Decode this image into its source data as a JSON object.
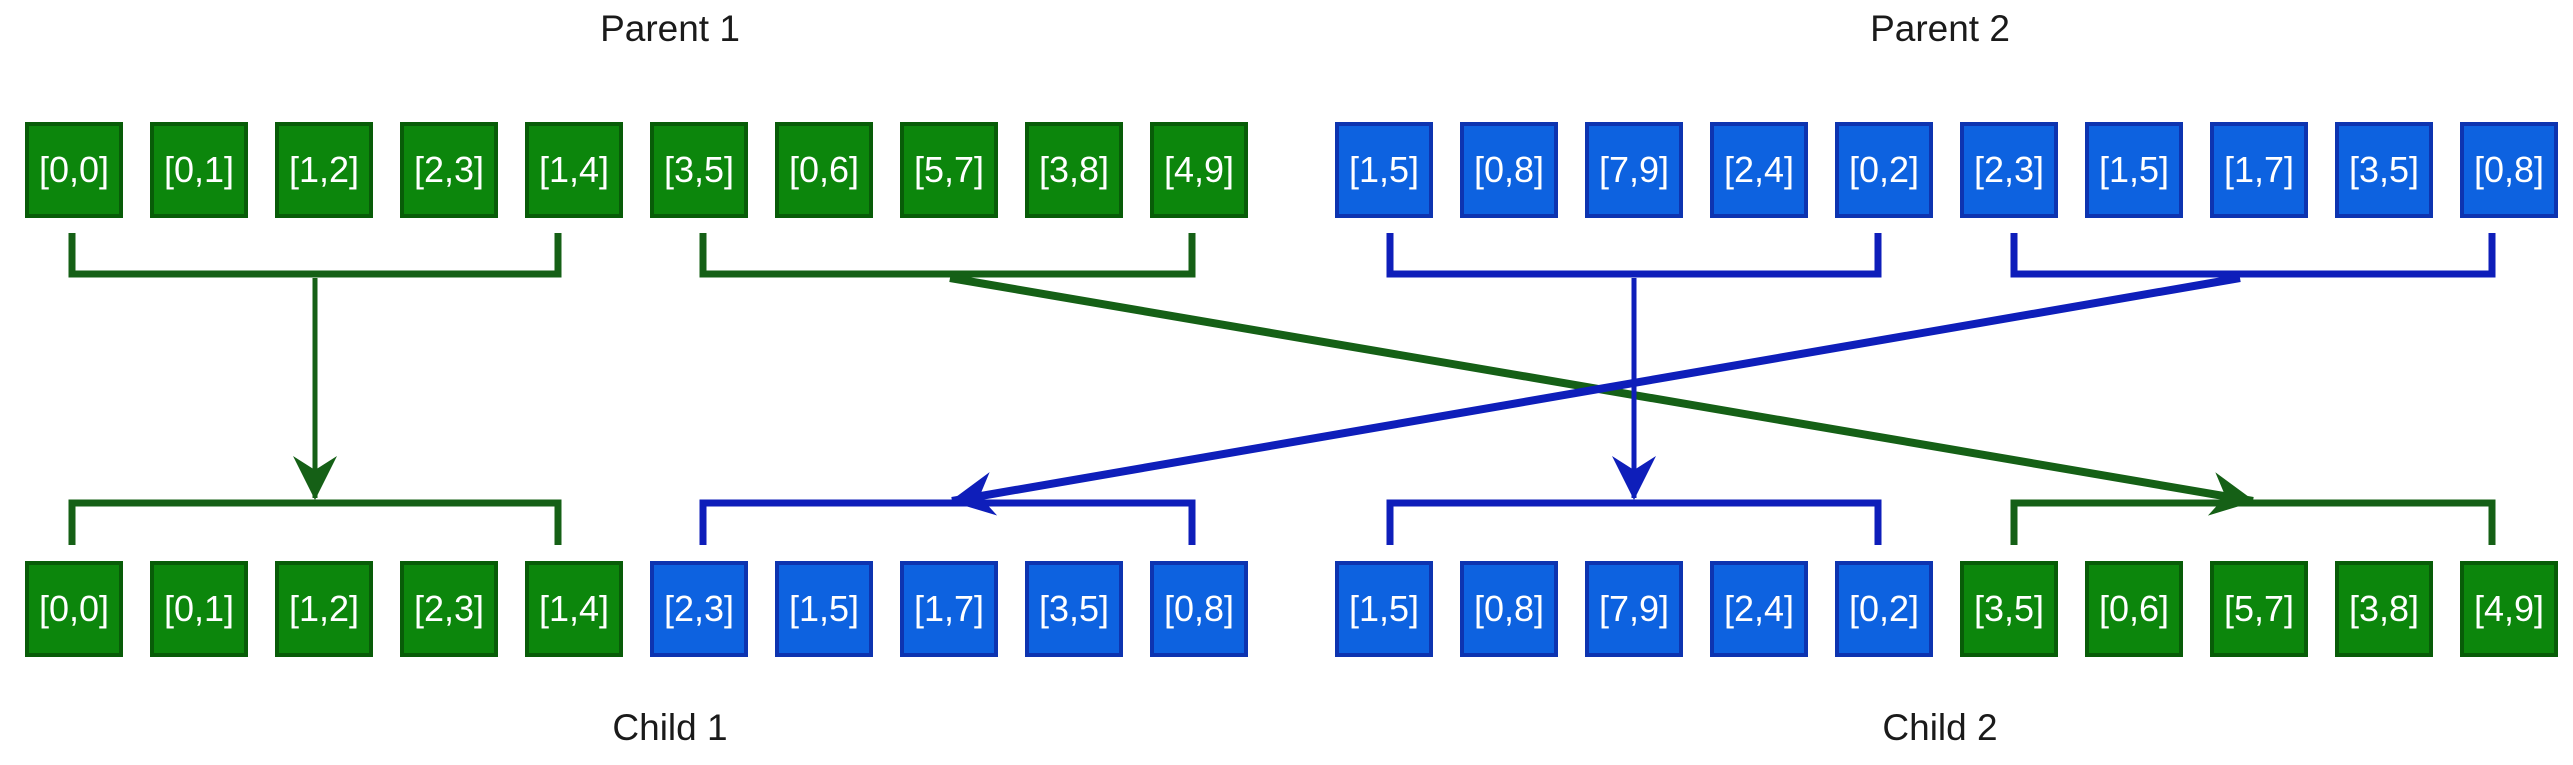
{
  "labels": {
    "parent1": "Parent 1",
    "parent2": "Parent 2",
    "child1": "Child 1",
    "child2": "Child 2"
  },
  "rows": {
    "parent1": {
      "genes": [
        "[0,0]",
        "[0,1]",
        "[1,2]",
        "[2,3]",
        "[1,4]",
        "[3,5]",
        "[0,6]",
        "[5,7]",
        "[3,8]",
        "[4,9]"
      ],
      "gene_colors": [
        "green",
        "green",
        "green",
        "green",
        "green",
        "green",
        "green",
        "green",
        "green",
        "green"
      ]
    },
    "parent2": {
      "genes": [
        "[1,5]",
        "[0,8]",
        "[7,9]",
        "[2,4]",
        "[0,2]",
        "[2,3]",
        "[1,5]",
        "[1,7]",
        "[3,5]",
        "[0,8]"
      ],
      "gene_colors": [
        "blue",
        "blue",
        "blue",
        "blue",
        "blue",
        "blue",
        "blue",
        "blue",
        "blue",
        "blue"
      ]
    },
    "child1": {
      "genes": [
        "[0,0]",
        "[0,1]",
        "[1,2]",
        "[2,3]",
        "[1,4]",
        "[2,3]",
        "[1,5]",
        "[1,7]",
        "[3,5]",
        "[0,8]"
      ],
      "gene_colors": [
        "green",
        "green",
        "green",
        "green",
        "green",
        "blue",
        "blue",
        "blue",
        "blue",
        "blue"
      ]
    },
    "child2": {
      "genes": [
        "[1,5]",
        "[0,8]",
        "[7,9]",
        "[2,4]",
        "[0,2]",
        "[3,5]",
        "[0,6]",
        "[5,7]",
        "[3,8]",
        "[4,9]"
      ],
      "gene_colors": [
        "blue",
        "blue",
        "blue",
        "blue",
        "blue",
        "green",
        "green",
        "green",
        "green",
        "green"
      ]
    }
  },
  "arrows": [
    {
      "name": "parent1-first-half-to-child1-first-half",
      "color_hex": "#156016",
      "direction": "straight-down"
    },
    {
      "name": "parent1-second-half-to-child2-second-half",
      "color_hex": "#156016",
      "direction": "diagonal-down-right"
    },
    {
      "name": "parent2-first-half-to-child2-first-half",
      "color_hex": "#0e1eba",
      "direction": "straight-down"
    },
    {
      "name": "parent2-second-half-to-child1-second-half",
      "color_hex": "#0e1eba",
      "direction": "diagonal-down-left"
    }
  ],
  "palette": {
    "green_box_fill": "#0c860c",
    "green_box_border": "#085c08",
    "green_line": "#156016",
    "blue_box_fill": "#0d62e0",
    "blue_box_border": "#0d34b0",
    "blue_line": "#0e1eba",
    "box_text": "#ffffff",
    "label_text": "#1a1a1a",
    "background": "#ffffff"
  }
}
